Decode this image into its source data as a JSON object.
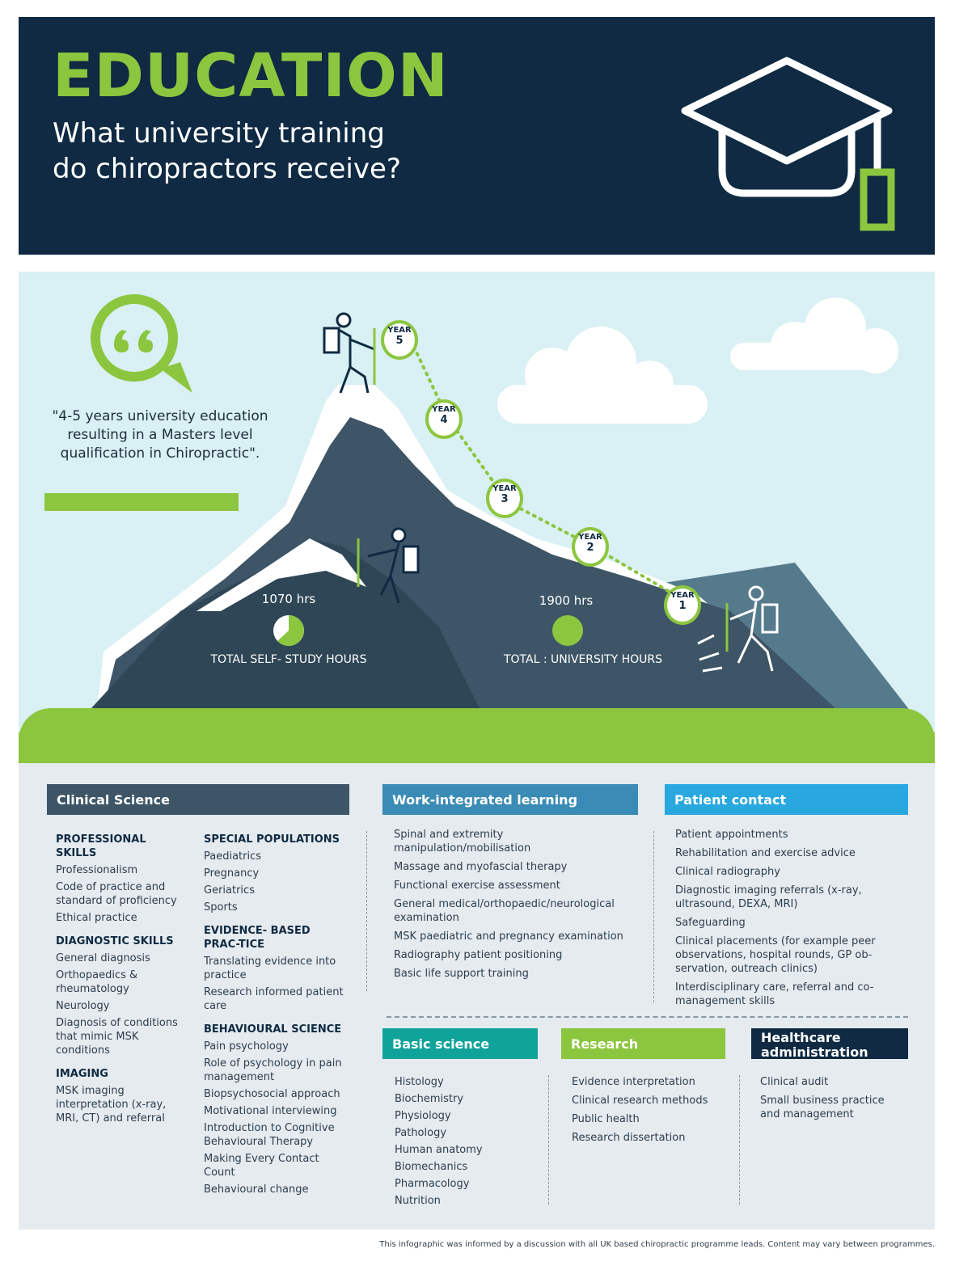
{
  "header": {
    "title": "EDUCATION",
    "subtitle_line1": "What university training",
    "subtitle_line2": "do chiropractors receive?"
  },
  "scene": {
    "quote": "\"4-5 years university education resulting in a Masters level qualification in Chiropractic\".",
    "self_study": {
      "hours": "1070 hrs",
      "label": "TOTAL SELF- STUDY HOURS"
    },
    "university": {
      "hours": "1900 hrs",
      "label": "TOTAL : UNIVERSITY HOURS"
    },
    "year_word": "YEAR",
    "years": [
      "1",
      "2",
      "3",
      "4",
      "5"
    ]
  },
  "clinical_science": {
    "title": "Clinical Science",
    "left": [
      {
        "heading": "PROFESSIONAL SKILLS",
        "items": [
          "Professionalism",
          "Code of practice and standard of proficiency",
          "Ethical practice"
        ]
      },
      {
        "heading": "DIAGNOSTIC SKILLS",
        "items": [
          "General diagnosis",
          "Orthopaedics & rheumatology",
          "Neurology",
          "Diagnosis of conditions that mimic MSK conditions"
        ]
      },
      {
        "heading": "IMAGING",
        "items": [
          "MSK imaging interpretation (x-ray, MRI, CT) and referral"
        ]
      }
    ],
    "right": [
      {
        "heading": "SPECIAL POPULATIONS",
        "items": [
          "Paediatrics",
          "Pregnancy",
          "Geriatrics",
          "Sports"
        ]
      },
      {
        "heading": "EVIDENCE- BASED PRAC-TICE",
        "items": [
          "Translating evidence into practice",
          "Research informed patient care"
        ]
      },
      {
        "heading": "BEHAVIOURAL SCIENCE",
        "items": [
          "Pain psychology",
          "Role of psychology in pain management",
          "Biopsychosocial approach",
          "Motivational interviewing",
          "Introduction to Cognitive Behavioural Therapy",
          "Making Every Contact Count",
          "Behavioural change"
        ]
      }
    ]
  },
  "work_integrated": {
    "title": "Work-integrated learning",
    "items": [
      "Spinal and extremity manipulation/mobilisation",
      "Massage and myofascial therapy",
      "Functional exercise assessment",
      "General medical/orthopaedic/neurological examination",
      "MSK paediatric and pregnancy examination",
      "Radiography patient positioning",
      "Basic life support training"
    ]
  },
  "patient_contact": {
    "title": "Patient contact",
    "items": [
      "Patient appointments",
      "Rehabilitation and exercise advice",
      "Clinical radiography",
      "Diagnostic imaging referrals (x-ray, ultrasound, DEXA, MRI)",
      "Safeguarding",
      "Clinical placements (for example peer observations, hospital rounds, GP ob-servation, outreach clinics)",
      "Interdisciplinary care, referral and co-management skills"
    ]
  },
  "basic_science": {
    "title": "Basic science",
    "items": [
      "Histology",
      "Biochemistry",
      "Physiology",
      "Pathology",
      "Human anatomy",
      "Biomechanics",
      "Pharmacology",
      "Nutrition"
    ]
  },
  "research": {
    "title": "Research",
    "items": [
      "Evidence interpretation",
      "Clinical research methods",
      "Public health",
      "Research dissertation"
    ]
  },
  "healthcare_admin": {
    "title_line1": "Healthcare",
    "title_line2": "administration",
    "items": [
      "Clinical audit",
      "Small business practice and management"
    ]
  },
  "footer": "This infographic was informed by a discussion with all UK based chiropractic programme leads. Content may vary between programmes.",
  "colors": {
    "navy": "#0f2a42",
    "green": "#8cc63f",
    "clinical": "#3d5566",
    "work": "#3a8bb5",
    "patient": "#29a8e0",
    "basic": "#10a39a",
    "research": "#8cc63f",
    "admin": "#0f2a42"
  }
}
